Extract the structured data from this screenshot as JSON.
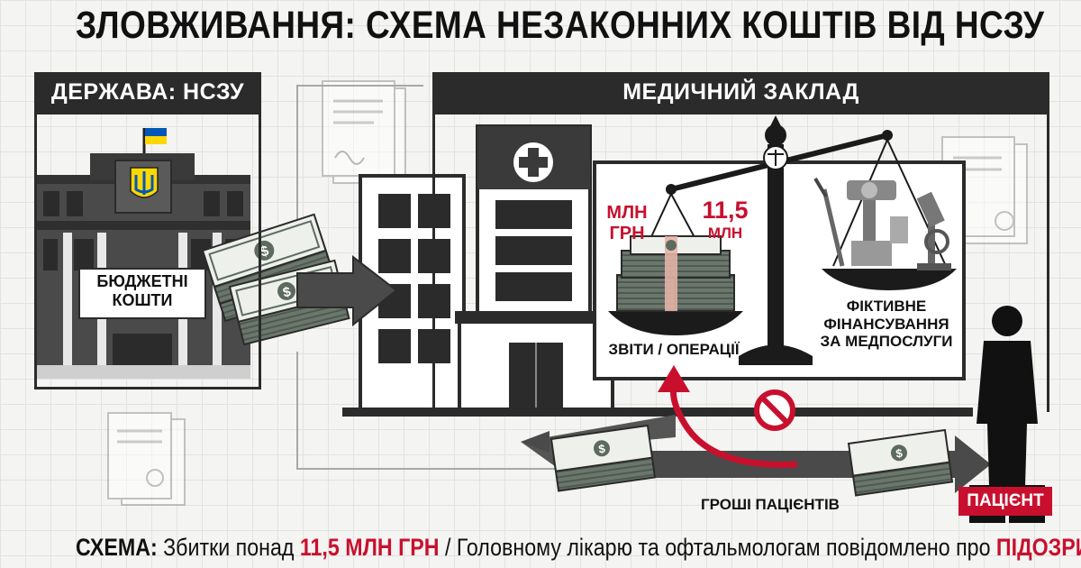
{
  "title": "ЗЛОВЖИВАННЯ: СХЕМА НЕЗАКОННИХ КОШТІВ ВІД НСЗУ",
  "state_panel": {
    "heading": "ДЕРЖАВА: НСЗУ",
    "budget_label_line1": "БЮДЖЕТНІ",
    "budget_label_line2": "КОШТИ"
  },
  "medical_panel": {
    "heading": "МЕДИЧНИЙ ЗАКЛАД"
  },
  "scale": {
    "left_label_line1": "МЛН",
    "left_label_line2": "ГРН",
    "right_value": "11,5",
    "right_unit": "МЛН",
    "reports_label": "ЗВІТИ / ОПЕРАЦІЇ",
    "fictive_line1": "ФІКТИВНЕ",
    "fictive_line2": "ФІНАНСУВАННЯ",
    "fictive_line3": "ЗА МЕДПОСЛУГИ"
  },
  "patient_money_label": "ГРОШІ ПАЦІЄНТІВ",
  "patient_label": "ПАЦІЄНТ",
  "footer": {
    "prefix": "СХЕМА:",
    "part1": " Збитки понад ",
    "amount": "11,5 МЛН ГРН",
    "part2": " / Головному лікарю та офтальмологам повідомлено про ",
    "suspicion": "ПІДОЗРИ"
  },
  "colors": {
    "dark": "#2b2b2b",
    "accent_red": "#c8102e",
    "money_green": "#5d6b5f",
    "ukraine_blue": "#0057b7",
    "ukraine_yellow": "#ffd700"
  },
  "icons": [
    "trident-icon",
    "ukraine-flag-icon",
    "medical-cross-icon",
    "scales-icon",
    "money-stack-icon",
    "no-entry-icon",
    "microscope-icon",
    "scalpel-icon",
    "document-icon",
    "patient-icon"
  ]
}
